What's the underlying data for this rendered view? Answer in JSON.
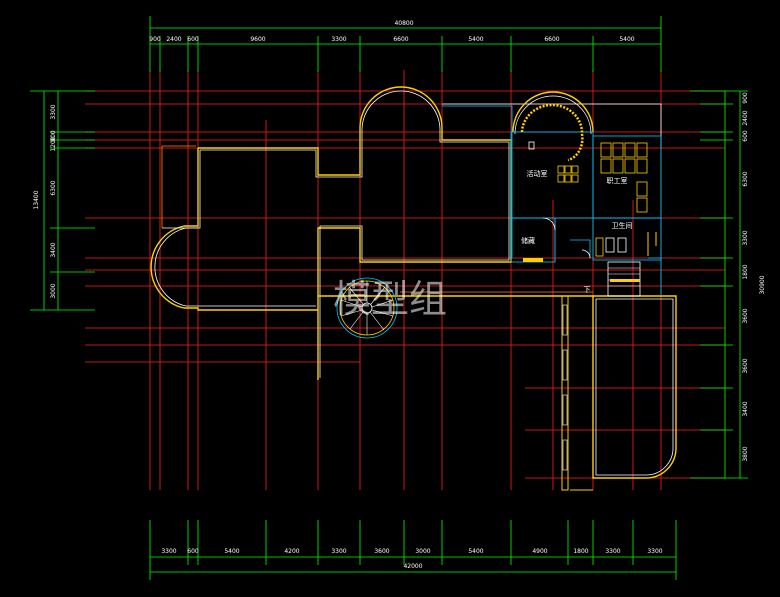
{
  "drawing": {
    "top_total": "40800",
    "top_segments": [
      "900",
      "2400",
      "600",
      "9600",
      "3300",
      "6600",
      "5400",
      "6600",
      "5400"
    ],
    "bottom_total": "42000",
    "bottom_segments": [
      "3300",
      "600",
      "5400",
      "4200",
      "3300",
      "3600",
      "3000",
      "5400",
      "4900",
      "1800",
      "3300",
      "3300"
    ],
    "left_total": "13400",
    "left_segments": [
      "3300",
      "900",
      "1200",
      "6300",
      "3400",
      "3000"
    ],
    "right_total": "30900",
    "right_segments": [
      "900",
      "2400",
      "600",
      "6300",
      "3300",
      "1800",
      "3600",
      "3600",
      "3400",
      "3800"
    ],
    "rooms": {
      "activity_room": "活动室",
      "staff_room": "职工室",
      "washroom": "卫生间",
      "storage": "储藏"
    },
    "stair_mark": "下",
    "watermark": "模型组"
  },
  "colors": {
    "background": "#000000",
    "axis_red": "#ff2020",
    "dimension_green": "#00ff00",
    "wall_yellow": "#ffd000",
    "wall_white": "#ffffff",
    "wall_orange": "#ff8c00",
    "wall_cyan": "#00c8ff"
  }
}
